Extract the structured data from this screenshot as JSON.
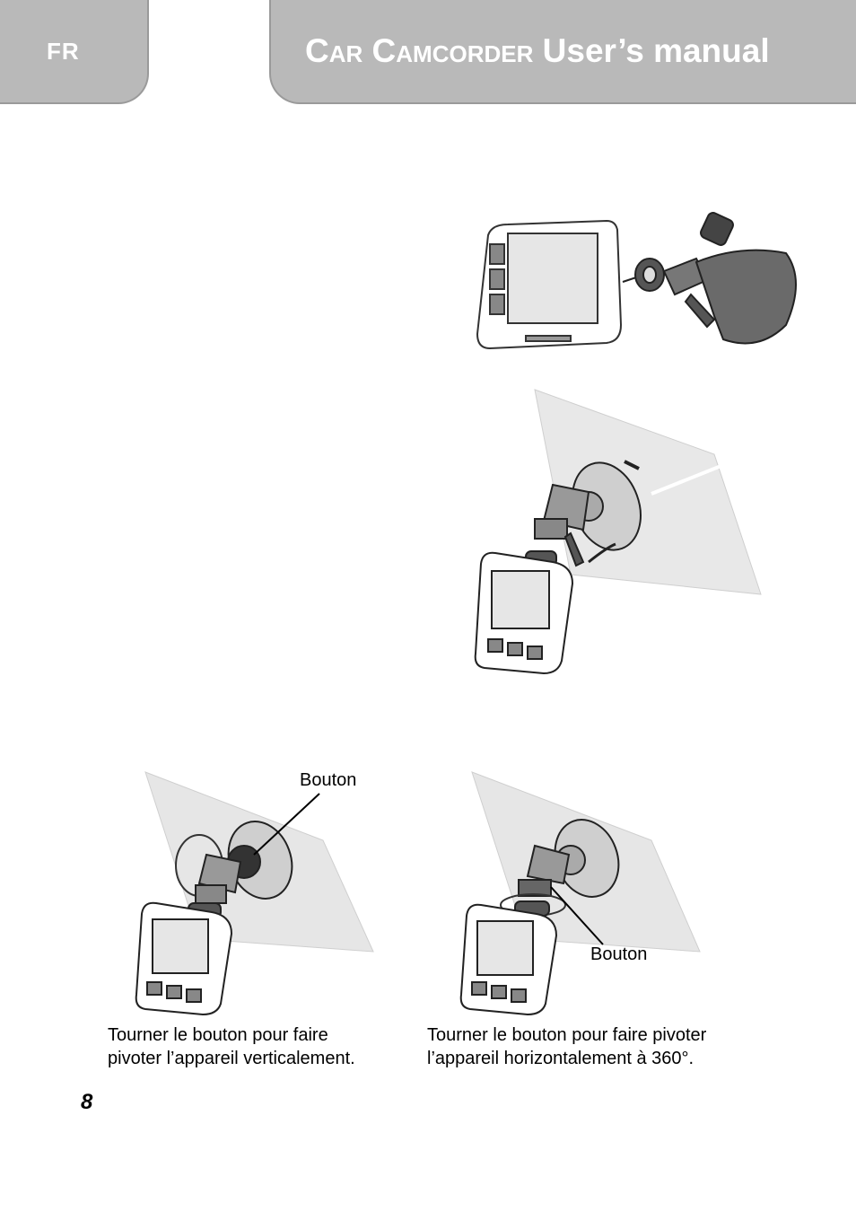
{
  "header": {
    "lang": "FR",
    "title_small_caps": "Car Camcorder",
    "title_rest": " User’s manual"
  },
  "figures": {
    "left_callout": "Bouton",
    "right_callout": "Bouton"
  },
  "captions": {
    "left_line1": "Tourner le bouton pour faire",
    "left_line2": "pivoter l’appareil verticalement.",
    "right_line1": "Tourner le bouton pour faire pivoter",
    "right_line2": "l’appareil horizontalement à 360°."
  },
  "page_number": "8"
}
